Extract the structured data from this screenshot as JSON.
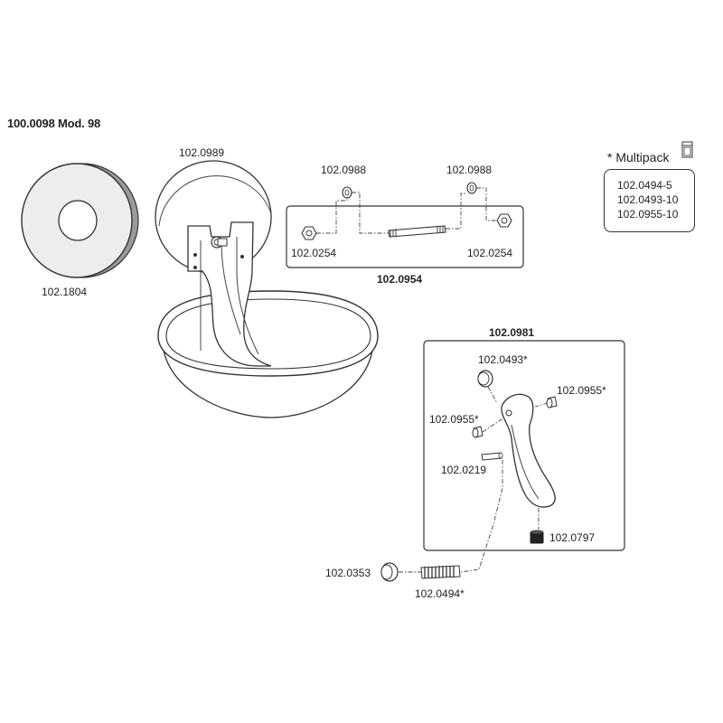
{
  "title": "100.0098 Mod. 98",
  "labels": {
    "disc_back": "102.1804",
    "disc_top": "102.0989",
    "washer_left": "102.0988",
    "washer_right": "102.0988",
    "nut_left": "102.0254",
    "nut_right": "102.0254",
    "axle_group": "102.0954",
    "lever_group": "102.0981",
    "lever_ring": "102.0493*",
    "lever_pin_right": "102.0955*",
    "lever_pin_left": "102.0955*",
    "lever_pin_shaft": "102.0219",
    "lever_pad": "102.0797",
    "valve_cap": "102.0353",
    "valve_spring": "102.0494*"
  },
  "multipack": {
    "title": "* Multipack",
    "icon": "box-icon",
    "items": [
      "102.0494-5",
      "102.0493-10",
      "102.0955-10"
    ]
  }
}
